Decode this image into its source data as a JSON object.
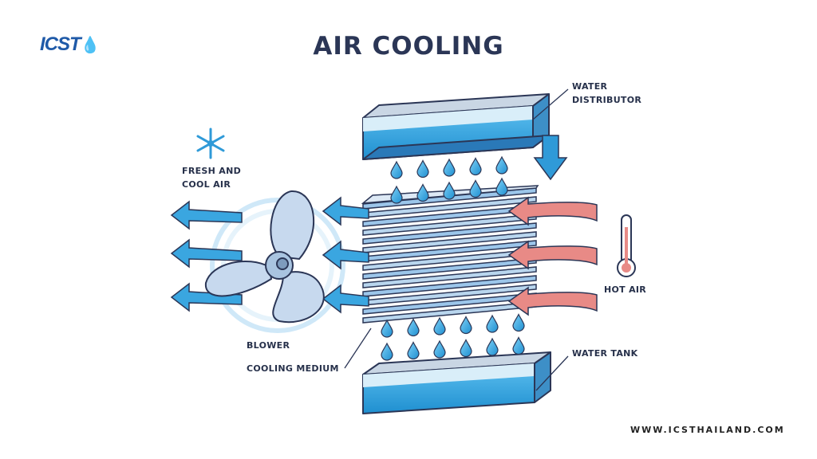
{
  "logo": {
    "text": "ICST"
  },
  "title": "AIR COOLING",
  "labels": {
    "water_distributor": [
      "WATER",
      "DISTRIBUTOR"
    ],
    "fresh_air": [
      "FRESH AND",
      "COOL AIR"
    ],
    "hot_air": "HOT AIR",
    "blower": "BLOWER",
    "cooling_medium": "COOLING MEDIUM",
    "water_tank": "WATER TANK"
  },
  "website": "WWW.ICSTHAILAND.COM",
  "colors": {
    "water": "#2f9ad8",
    "arrow_blue": "#3aa6e0",
    "arrow_red": "#e88a86",
    "outline": "#2b3656",
    "plate": "#b9d6ee"
  }
}
